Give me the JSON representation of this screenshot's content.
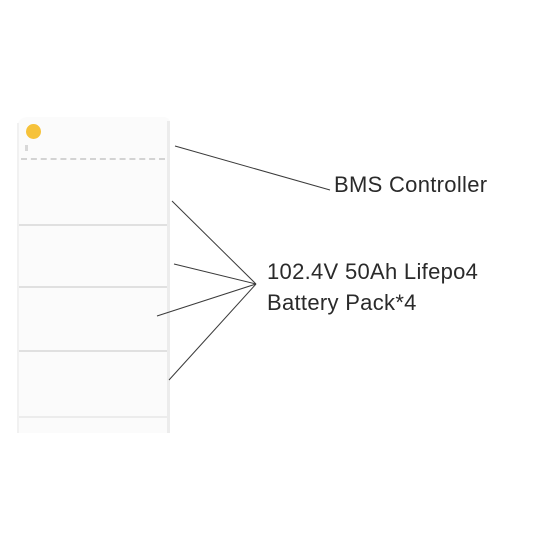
{
  "labels": {
    "bms_controller": "BMS Controller",
    "battery_pack_line1": "102.4V 50Ah Lifepo4",
    "battery_pack_line2": "Battery Pack*4"
  },
  "colors": {
    "led": "#f6c23a",
    "leader_line": "#3a3a3a",
    "text": "#2a2a2a"
  }
}
